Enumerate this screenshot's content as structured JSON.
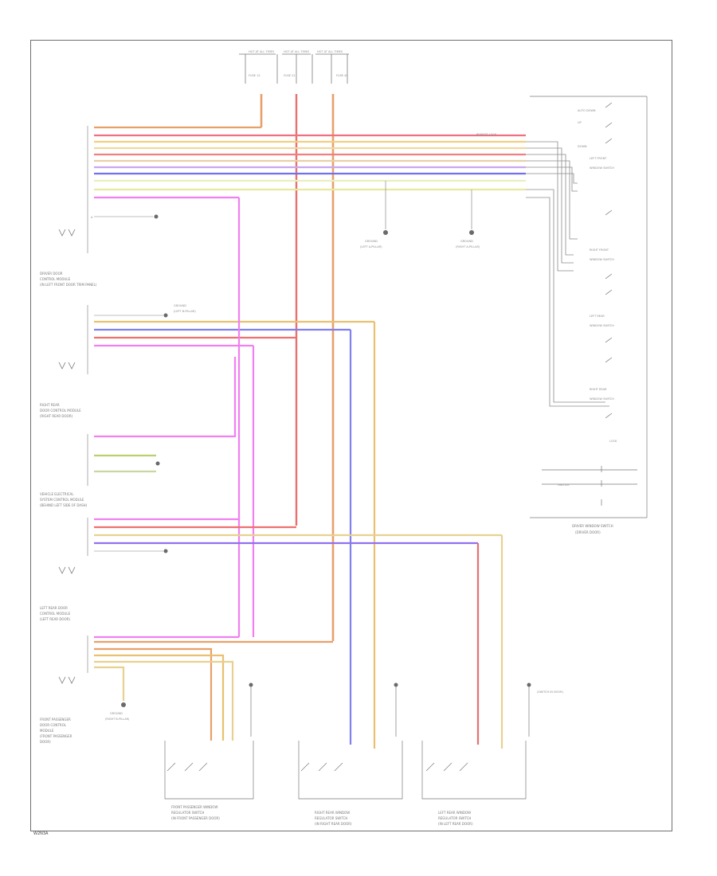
{
  "diagram": {
    "page_id": "W2N3A",
    "components": {
      "driver_door_module": [
        "DRIVER DOOR",
        "CONTROL MODULE",
        "(IN LEFT FRONT DOOR TRIM PANEL)"
      ],
      "right_rear_door_module": [
        "RIGHT REAR",
        "DOOR CONTROL MODULE",
        "(RIGHT REAR DOOR)"
      ],
      "onboard_supply_module": [
        "VEHICLE ELECTRICAL",
        "SYSTEM CONTROL MODULE",
        "(BEHIND LEFT SIDE OF DASH)"
      ],
      "left_rear_door_module": [
        "LEFT REAR DOOR",
        "CONTROL MODULE",
        "(LEFT REAR DOOR)"
      ],
      "front_passenger_door_module": [
        "FRONT PASSENGER",
        "DOOR CONTROL",
        "MODULE",
        "(FRONT PASSENGER",
        "DOOR)"
      ],
      "driver_window_switch": [
        "DRIVER WINDOW SWITCH",
        "(DRIVER DOOR)"
      ],
      "fp_window_switch": [
        "FRONT PASSENGER WINDOW",
        "REGULATOR SWITCH",
        "(IN FRONT PASSENGER DOOR)"
      ],
      "rr_window_switch": [
        "RIGHT REAR WINDOW",
        "REGULATOR SWITCH",
        "(IN RIGHT REAR DOOR)"
      ],
      "lr_window_switch": [
        "LEFT REAR WINDOW",
        "REGULATOR SWITCH",
        "(IN LEFT REAR DOOR)"
      ]
    },
    "ground_labels": {
      "g1": [
        "GROUND",
        "(LEFT A-PILLAR)"
      ],
      "g2": [
        "GROUND",
        "(RIGHT A-PILLAR)"
      ],
      "g3": [
        "GROUND",
        "(LEFT B-PILLAR)"
      ],
      "g4": [
        "GROUND",
        "(RIGHT B-PILLAR)"
      ]
    },
    "top_fuses": [
      {
        "label": "HOT AT ALL TIMES",
        "fuse": "FUSE 12"
      },
      {
        "label": "HOT AT ALL TIMES",
        "fuse": "FUSE 22"
      },
      {
        "label": "HOT AT ALL TIMES",
        "fuse": "FUSE 40"
      }
    ],
    "tag_right_upper": "REMOTE LOCK",
    "bottom_right_tag": "(SWITCH IN DOOR)",
    "switch_labels": {
      "s1": "AUTO DOWN",
      "s2": "UP",
      "s3": "DOWN",
      "s4": "LOCK",
      "s5": "UNLOCK"
    }
  }
}
